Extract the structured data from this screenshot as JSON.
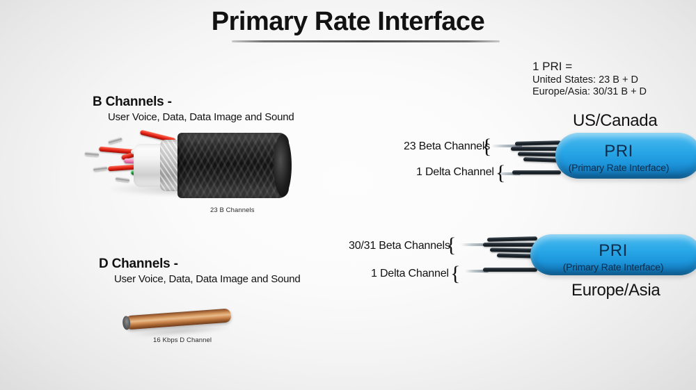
{
  "slide": {
    "title": "Primary Rate Interface",
    "background_color": "#f5f5f5",
    "accent_color": "#27a6e6"
  },
  "definition": {
    "line1": "1 PRI =",
    "line2": "United States: 23 B + D",
    "line3": "Europe/Asia: 30/31 B + D"
  },
  "left_column": {
    "b_channels": {
      "heading": "B Channels -",
      "subheading": "User Voice, Data, Data Image and Sound",
      "image_caption": "23 B Channels"
    },
    "d_channels": {
      "heading": "D Channels -",
      "subheading": "User Voice, Data, Data Image and Sound",
      "image_caption": "16 Kbps D Channel"
    }
  },
  "right_column": {
    "us": {
      "region": "US/Canada",
      "beta_label": "23 Beta Channels",
      "beta_brace": "{",
      "delta_label": "1 Delta Channel",
      "delta_brace": "{",
      "cable_abbr": "PRI",
      "cable_full": "(Primary Rate Interface)"
    },
    "europe": {
      "region": "Europe/Asia",
      "beta_label": "30/31  Beta Channels",
      "beta_brace": "{",
      "delta_label": "1 Delta Channel",
      "delta_brace": "{",
      "cable_abbr": "PRI",
      "cable_full": "(Primary Rate Interface)"
    }
  }
}
